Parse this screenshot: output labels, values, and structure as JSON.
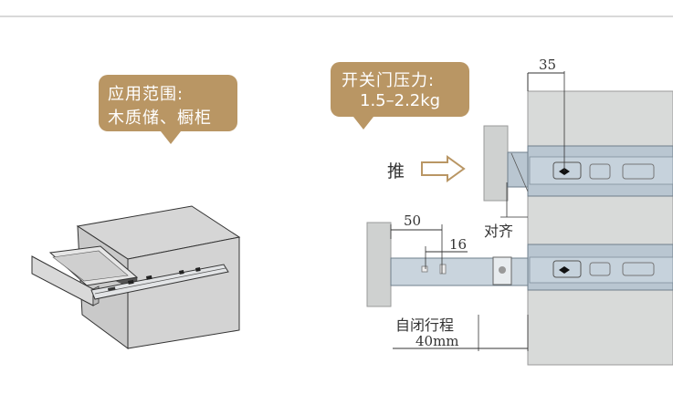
{
  "bubble_usage": {
    "line1": "应用范围:",
    "line2": "木质储、橱柜"
  },
  "bubble_pressure": {
    "line1": "开关门压力:",
    "line2": "1.5–2.2kg"
  },
  "labels": {
    "push": "推",
    "align": "对齐",
    "dim_35": "35",
    "dim_50": "50",
    "dim_16": "16",
    "self_close": "自闭行程",
    "travel": "40mm"
  },
  "colors": {
    "accent": "#b99664",
    "wall": "#d8dad9",
    "rail": "#b9c6d1"
  }
}
